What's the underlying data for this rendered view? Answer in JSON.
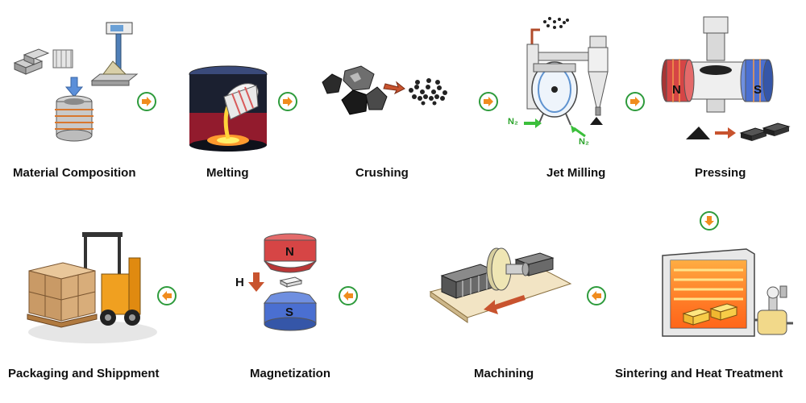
{
  "steps": {
    "material_composition": "Material Composition",
    "melting": "Melting",
    "crushing": "Crushing",
    "jet_milling": "Jet Milling",
    "pressing": "Pressing",
    "sintering": "Sintering and Heat Treatment",
    "machining": "Machining",
    "magnetization": "Magnetization",
    "packaging": "Packaging and Shippment"
  },
  "annotations": {
    "n2_left": "N₂",
    "n2_right": "N₂",
    "pole_north_press": "N",
    "pole_south_press": "S",
    "pole_north_mag": "N",
    "pole_south_mag": "S",
    "field_label": "H"
  },
  "colors": {
    "arrow_ring": "#2e9b3c",
    "arrow_fill": "#f08c1e",
    "north": "#d64545",
    "south": "#4a6fd1"
  }
}
